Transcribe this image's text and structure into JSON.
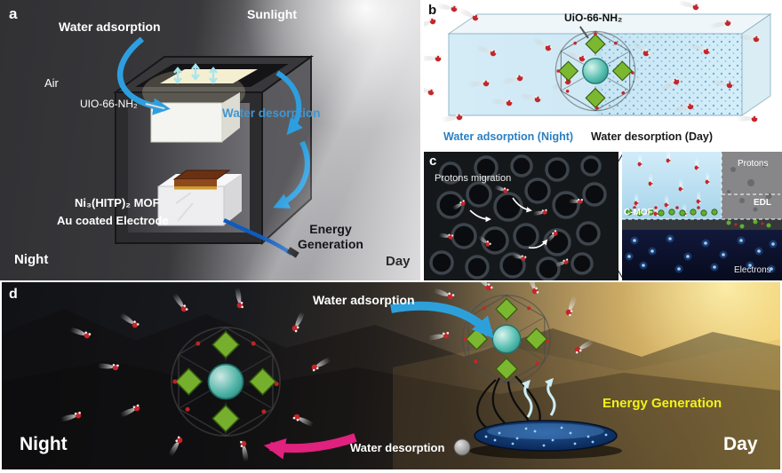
{
  "panel_a": {
    "label": "a",
    "water_adsorption": "Water adsorption",
    "sunlight": "Sunlight",
    "air": "Air",
    "uio_label": "UIO-66-NH₂",
    "water_desorption": "Water desorption",
    "ni_mof_label": "Ni₃(HITP)₂ MOF",
    "au_electrode_label": "Au coated Electrode",
    "energy_generation": "Energy Generation",
    "night": "Night",
    "day": "Day"
  },
  "panel_b": {
    "label": "b",
    "uio_label": "UiO-66-NH₂",
    "adsorption_caption": "Water adsorption (Night)",
    "desorption_caption": "Water desorption (Day)"
  },
  "panel_c": {
    "label": "c",
    "protons_migration": "Protons migration",
    "protons": "Protons",
    "edl": "EDL",
    "c_mof": "C-MOF",
    "electrons": "Electrons"
  },
  "panel_d": {
    "label": "d",
    "water_adsorption": "Water adsorption",
    "energy_generation": "Energy Generation",
    "water_desorption": "Water desorption",
    "night": "Night",
    "day": "Day"
  },
  "colors": {
    "adsorption_blue": "#2d9fe0",
    "desorption_pink": "#e0217e",
    "energy_yellow": "#f2f315",
    "caption_blue": "#2b7fc2"
  }
}
